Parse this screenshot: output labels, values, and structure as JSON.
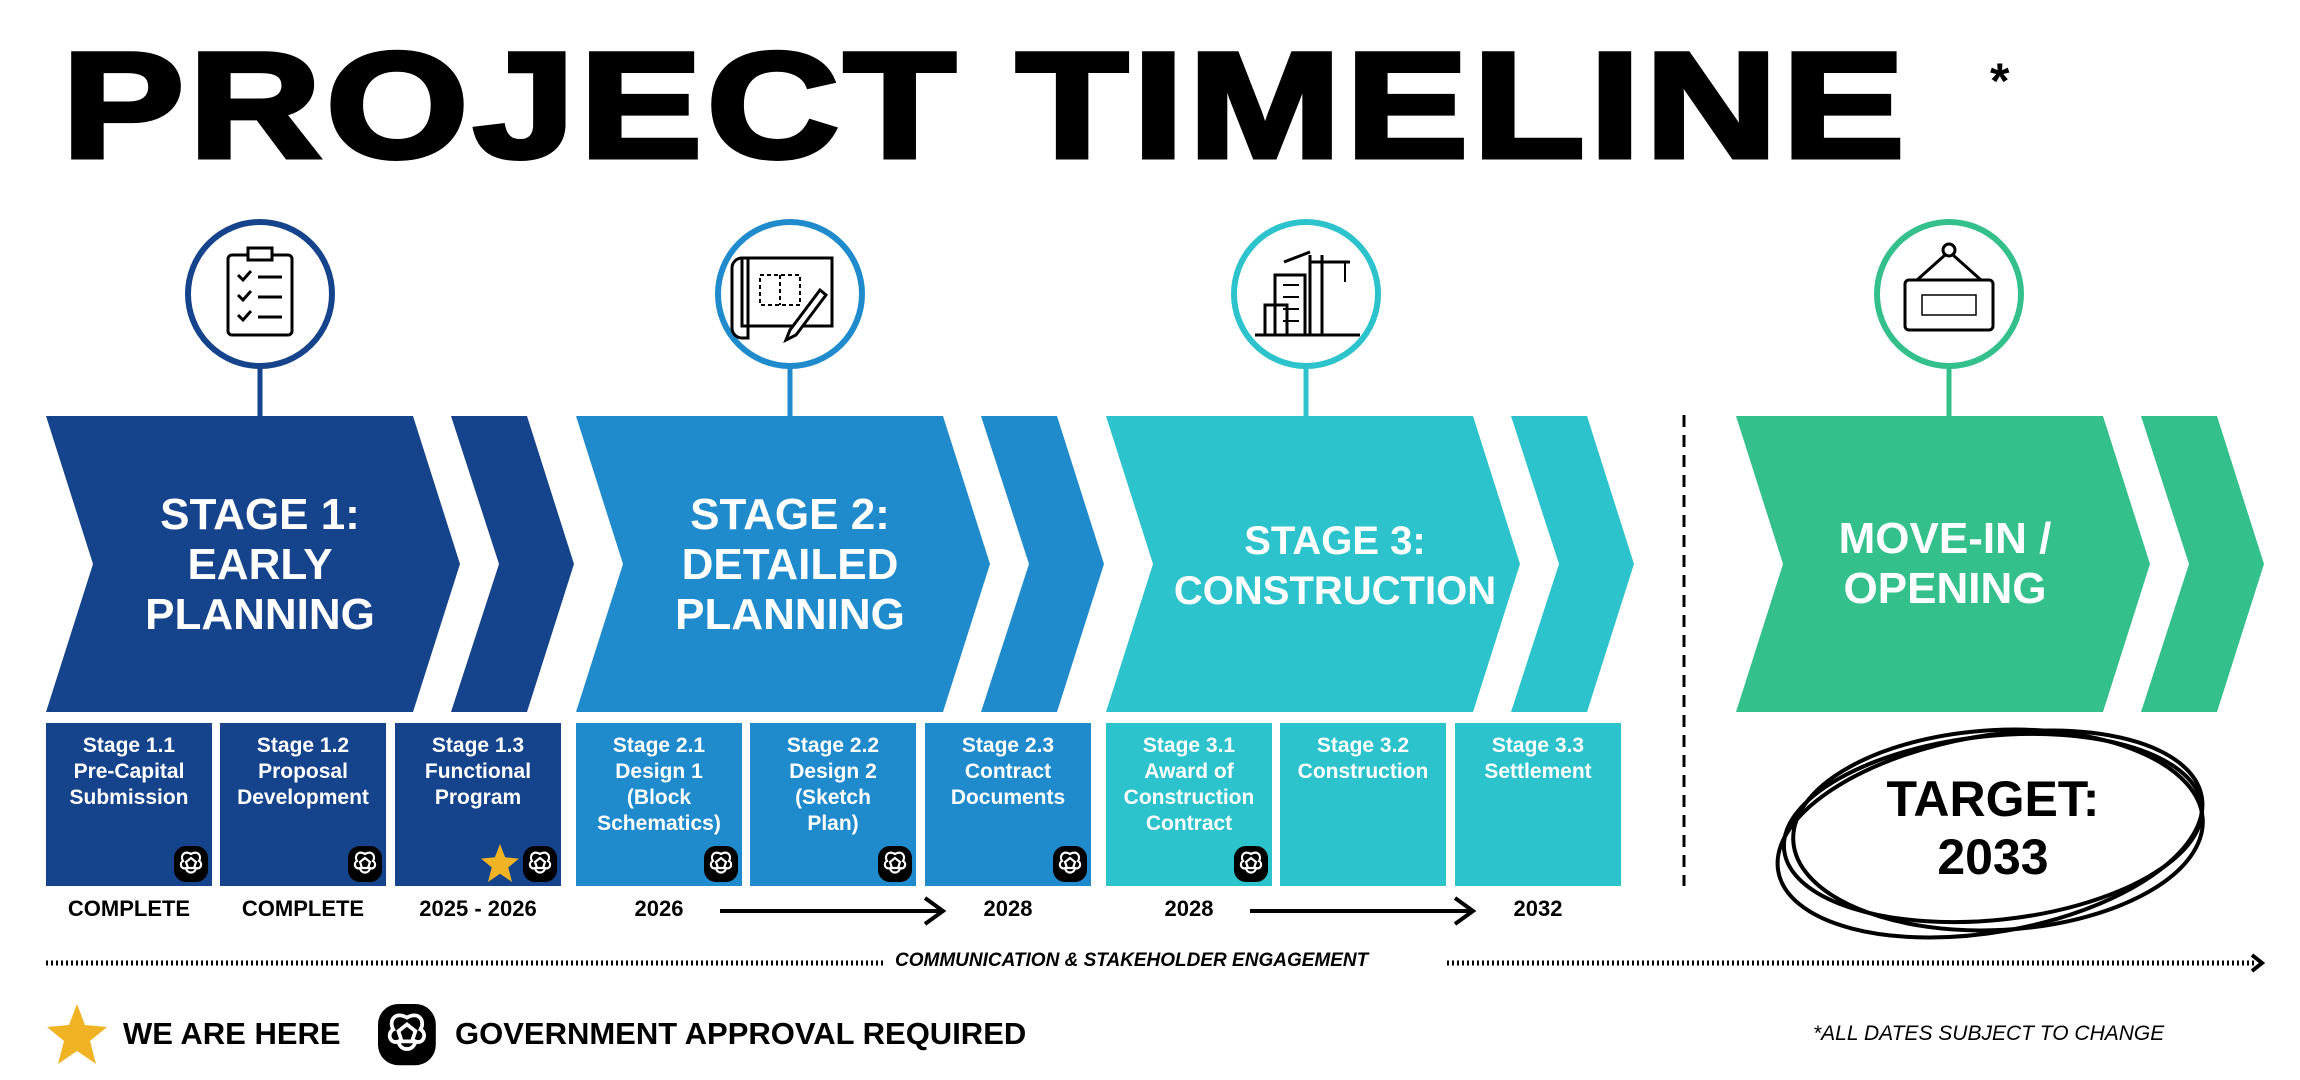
{
  "title": "PROJECT TIMELINE",
  "title_asterisk": "*",
  "colors": {
    "stage1": "#16448c",
    "stage2": "#1f8bcd",
    "stage3": "#2cc3cc",
    "move_in": "#34c08a",
    "star": "#f0b323"
  },
  "stages": [
    {
      "label": "STAGE 1:\nEARLY\nPLANNING",
      "icon": "clipboard-checklist-icon"
    },
    {
      "label": "STAGE 2:\nDETAILED\nPLANNING",
      "icon": "blueprint-icon"
    },
    {
      "label": "STAGE 3:\nCONSTRUCTION",
      "icon": "crane-building-icon"
    },
    {
      "label": "MOVE-IN /\nOPENING",
      "icon": "open-sign-icon"
    }
  ],
  "boxes": [
    {
      "text": "Stage 1.1\nPre-Capital\nSubmission",
      "approval": true
    },
    {
      "text": "Stage 1.2\nProposal\nDevelopment",
      "approval": true
    },
    {
      "text": "Stage 1.3\nFunctional\nProgram",
      "approval": true,
      "we_are_here": true
    },
    {
      "text": "Stage 2.1\nDesign 1\n(Block\nSchematics)",
      "approval": true
    },
    {
      "text": "Stage 2.2\nDesign 2\n(Sketch\nPlan)",
      "approval": true
    },
    {
      "text": "Stage 2.3\nContract\nDocuments",
      "approval": true
    },
    {
      "text": "Stage 3.1\nAward of\nConstruction\nContract",
      "approval": true
    },
    {
      "text": "Stage 3.2\nConstruction",
      "approval": false
    },
    {
      "text": "Stage 3.3\nSettlement",
      "approval": false
    }
  ],
  "dates": [
    "COMPLETE",
    "COMPLETE",
    "2025 - 2026",
    "2026",
    "2028",
    "2028",
    "2032"
  ],
  "target": {
    "line1": "TARGET:",
    "line2": "2033"
  },
  "communication": "COMMUNICATION & STAKEHOLDER ENGAGEMENT",
  "legend": {
    "star": "WE ARE HERE",
    "approval": "GOVERNMENT APPROVAL REQUIRED"
  },
  "disclaimer": "*ALL DATES SUBJECT TO CHANGE"
}
